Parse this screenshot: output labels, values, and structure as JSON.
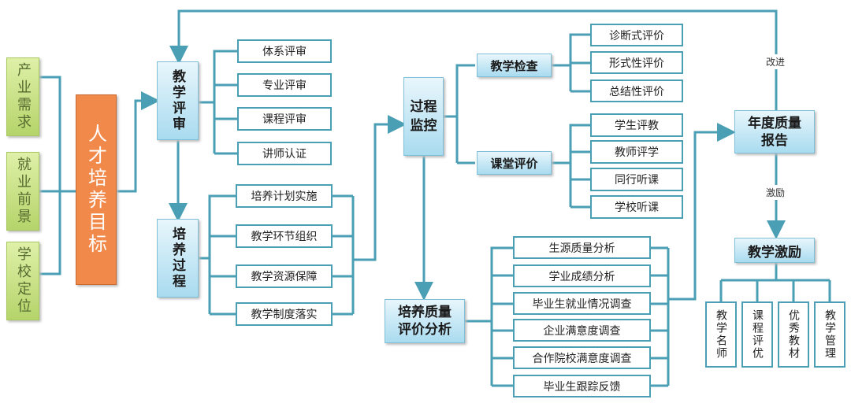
{
  "inputs": [
    "产业需求",
    "就业前景",
    "学校定位"
  ],
  "goal": "人才培养目标",
  "teaching_review": {
    "title": "教学评审",
    "items": [
      "体系评审",
      "专业评审",
      "课程评审",
      "讲师认证"
    ]
  },
  "training_process": {
    "title": "培养过程",
    "items": [
      "培养计划实施",
      "教学环节组织",
      "教学资源保障",
      "教学制度落实"
    ]
  },
  "monitoring": {
    "title": "过程监控",
    "inspection": {
      "title": "教学检查",
      "items": [
        "诊断式评价",
        "形式性评价",
        "总结性评价"
      ]
    },
    "classroom": {
      "title": "课堂评价",
      "items": [
        "学生评教",
        "教师评学",
        "同行听课",
        "学校听课"
      ]
    }
  },
  "quality_analysis": {
    "title": "培养质量评价分析",
    "items": [
      "生源质量分析",
      "学业成绩分析",
      "毕业生就业情况调查",
      "企业满意度调查",
      "合作院校满意度调查",
      "毕业生跟踪反馈"
    ]
  },
  "annual_report": "年度质量报告",
  "improve_label": "改进",
  "incentive_label": "激励",
  "incentive": {
    "title": "教学激励",
    "items": [
      "教学名师",
      "课程评优",
      "优秀教材",
      "教学管理"
    ]
  },
  "colors": {
    "line": "#4a9fb5",
    "orange": "#f0894a",
    "green": "#b5d46a",
    "blue": "#a9dbef"
  }
}
